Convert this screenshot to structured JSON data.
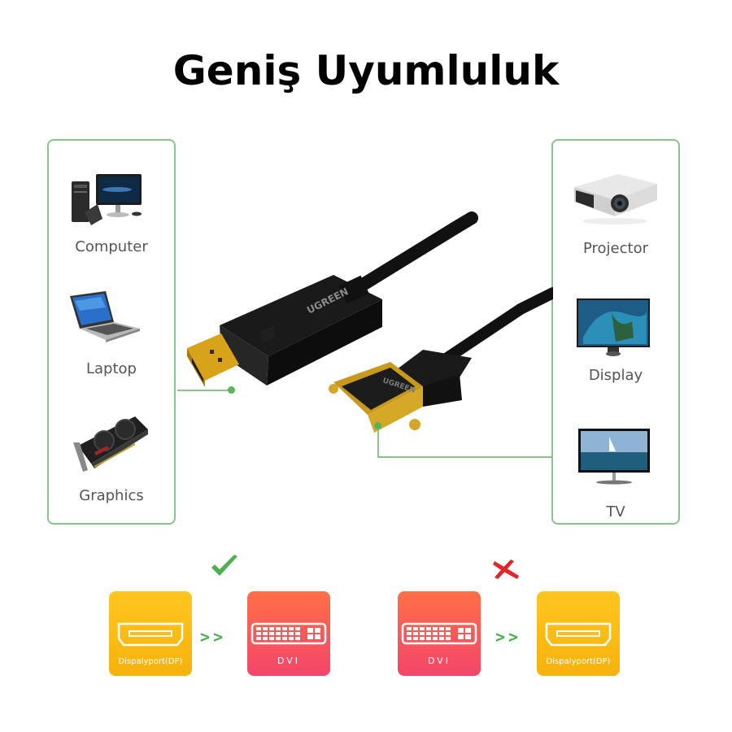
{
  "title": "Geniş Uyumluluk",
  "sources_panel": {
    "devices": [
      {
        "label": "Computer",
        "icon": "computer-icon"
      },
      {
        "label": "Laptop",
        "icon": "laptop-icon"
      },
      {
        "label": "Graphics",
        "icon": "graphics-card-icon"
      }
    ]
  },
  "displays_panel": {
    "devices": [
      {
        "label": "Projector",
        "icon": "projector-icon"
      },
      {
        "label": "Display",
        "icon": "monitor-icon"
      },
      {
        "label": "TV",
        "icon": "tv-icon"
      }
    ]
  },
  "cable": {
    "brand": "UGREEN",
    "end_a": "DisplayPort male",
    "end_b": "DVI female"
  },
  "directions": [
    {
      "status": "supported",
      "status_icon": "check-icon",
      "from": "Dispalyport(DP)",
      "arrow": ">>",
      "to": "DVI"
    },
    {
      "status": "unsupported",
      "status_icon": "cross-icon",
      "from": "DVI",
      "arrow": ">>",
      "to": "Dispalyport(DP)"
    }
  ],
  "colors": {
    "panel_border": "#8cc38a",
    "dp_card": "#f9bb13",
    "dvi_card": "#f95a5a",
    "check": "#4fae50",
    "cross": "#e0262a"
  }
}
